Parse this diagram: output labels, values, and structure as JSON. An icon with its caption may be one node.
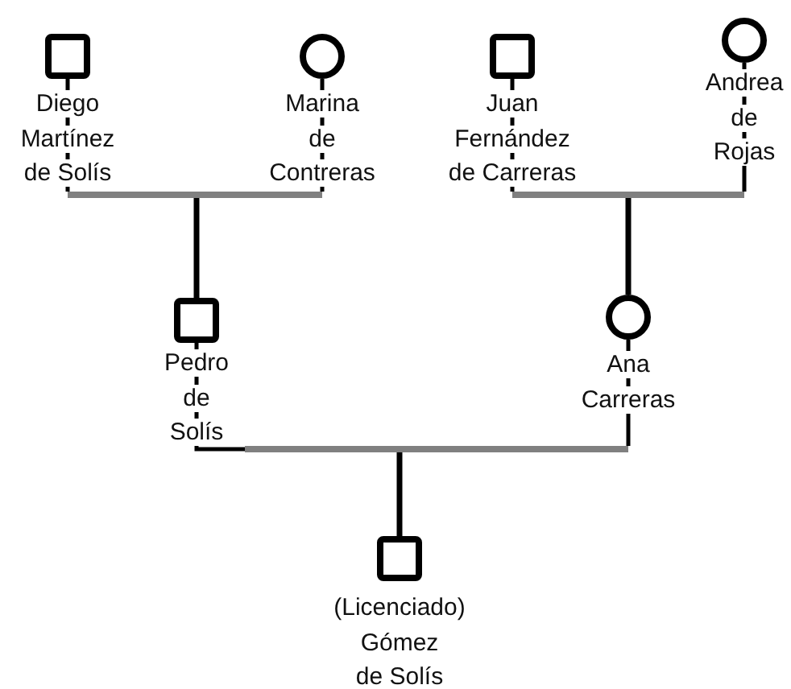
{
  "diagram": {
    "nodes": [
      {
        "text": [],
        "shape": "box",
        "beside": [
          "Diego Martínez de Solís"
        ]
      },
      {
        "text": [],
        "shape": "circle",
        "beside": [
          "Marina de Contreras"
        ]
      },
      {
        "text": [],
        "shape": "box",
        "beside": [
          "Juan Fernández de Carreras"
        ]
      },
      {
        "text": [],
        "shape": "circle",
        "beside": [
          "Andrea de Rojas"
        ]
      },
      {
        "text": [],
        "shape": "bar"
      },
      {
        "text": [],
        "shape": "bar"
      },
      {
        "text": [],
        "shape": "box",
        "beside": [
          "Pedro de Solís"
        ]
      },
      {
        "text": [],
        "shape": "circle",
        "beside": [
          "Ana Carreras"
        ]
      },
      {
        "text": [],
        "shape": "bar"
      },
      {
        "text": [],
        "shape": "box",
        "beside": [
          "(Licenciado) Gómez de Solís"
        ]
      }
    ],
    "edges": [
      {
        "from": 0,
        "to": 4,
        "arrow": "none"
      },
      {
        "from": 1,
        "to": 4,
        "arrow": "none"
      },
      {
        "from": 2,
        "to": 5,
        "arrow": "none"
      },
      {
        "from": 3,
        "to": 5,
        "arrow": "none"
      },
      {
        "from": 4,
        "to": 6,
        "arrow": "none"
      },
      {
        "from": 5,
        "to": 7,
        "arrow": "none"
      },
      {
        "from": 6,
        "to": 8,
        "arrow": "none"
      },
      {
        "from": 7,
        "to": 8,
        "arrow": "none"
      },
      {
        "from": 8,
        "to": 9,
        "arrow": "none"
      }
    ]
  }
}
